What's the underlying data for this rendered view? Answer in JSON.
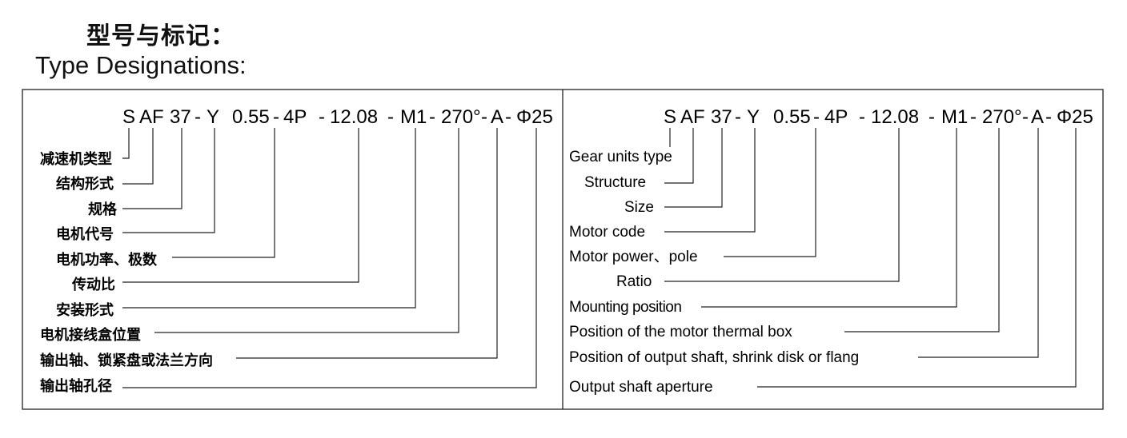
{
  "heading": {
    "chinese": "型号与标记：",
    "english": "Type Designations:"
  },
  "code_parts": [
    "S",
    "AF",
    "37",
    "-",
    "Y",
    "0.55",
    "-",
    "4P",
    "-",
    "12.08",
    "-",
    "M1",
    "-",
    "270°",
    "-",
    "A",
    "-",
    "Φ25"
  ],
  "left_panel": {
    "labels": [
      "减速机类型",
      "结构形式",
      "规格",
      "电机代号",
      "电机功率、极数",
      "传动比",
      "安装形式",
      "电机接线盒位置",
      "输出轴、锁紧盘或法兰方向",
      "输出轴孔径"
    ]
  },
  "right_panel": {
    "labels": [
      "Gear units type",
      "Structure",
      "Size",
      "Motor code",
      "Motor power、pole",
      "Ratio",
      "Mounting position",
      "Position of the  motor thermal box",
      "Position of output shaft, shrink disk or flang",
      "Output shaft aperture"
    ]
  }
}
